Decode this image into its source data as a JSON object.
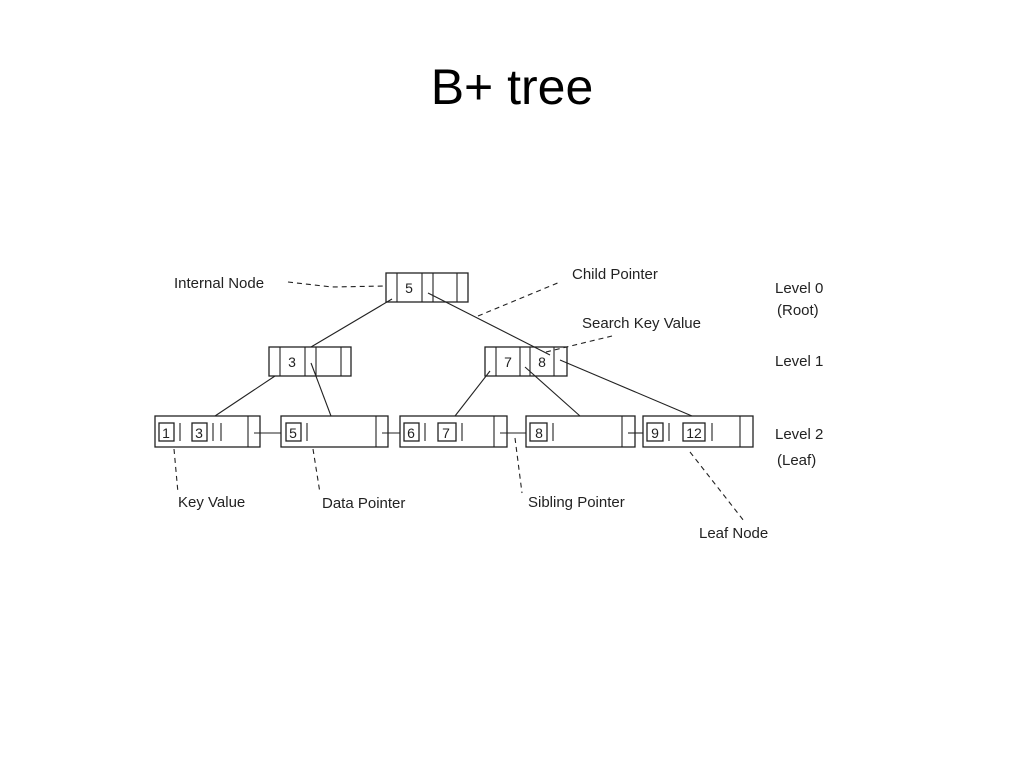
{
  "title": "B+ tree",
  "labels": {
    "internal_node": "Internal Node",
    "child_pointer": "Child Pointer",
    "search_key_value": "Search Key Value",
    "key_value": "Key Value",
    "data_pointer": "Data Pointer",
    "sibling_pointer": "Sibling Pointer",
    "leaf_node": "Leaf Node",
    "level0_a": "Level 0",
    "level0_b": "(Root)",
    "level1": "Level 1",
    "level2_a": "Level 2",
    "level2_b": "(Leaf)"
  },
  "nodes": {
    "root_keys": [
      "5"
    ],
    "level1_left_keys": [
      "3"
    ],
    "level1_right_keys": [
      "7",
      "8"
    ],
    "leaf1_keys": [
      "1",
      "3"
    ],
    "leaf2_keys": [
      "5"
    ],
    "leaf3_keys": [
      "6",
      "7"
    ],
    "leaf4_keys": [
      "8"
    ],
    "leaf5_keys": [
      "9",
      "12"
    ]
  }
}
